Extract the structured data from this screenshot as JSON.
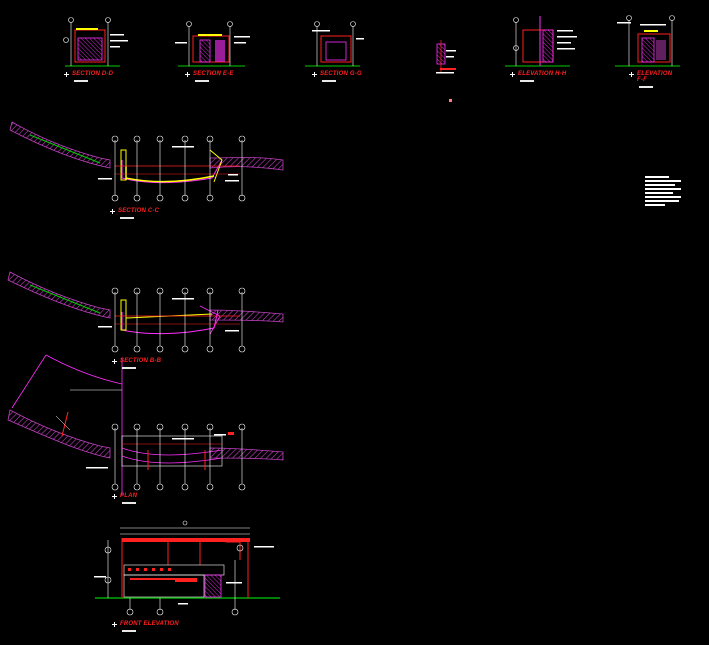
{
  "sheet": {
    "background": "#000000"
  },
  "views": {
    "section_d": {
      "title": "SECTION D-D"
    },
    "section_e": {
      "title": "SECTION E-E"
    },
    "section_g": {
      "title": "SECTION G-G"
    },
    "elevation_h": {
      "title": "ELEVATION H-H"
    },
    "elevation_f": {
      "title": "ELEVATION F-F"
    },
    "section_c": {
      "title": "SECTION C-C"
    },
    "section_b": {
      "title": "SECTION B-B"
    },
    "plan": {
      "title": "PLAN"
    },
    "front_elevation": {
      "title": "FRONT ELEVATION"
    }
  },
  "colors": {
    "structure": "#ff2020",
    "finish": "#ff30ff",
    "highlight": "#ffff00",
    "ground": "#00cc00",
    "annotation": "#ffffff",
    "bank": "#c040c0"
  }
}
